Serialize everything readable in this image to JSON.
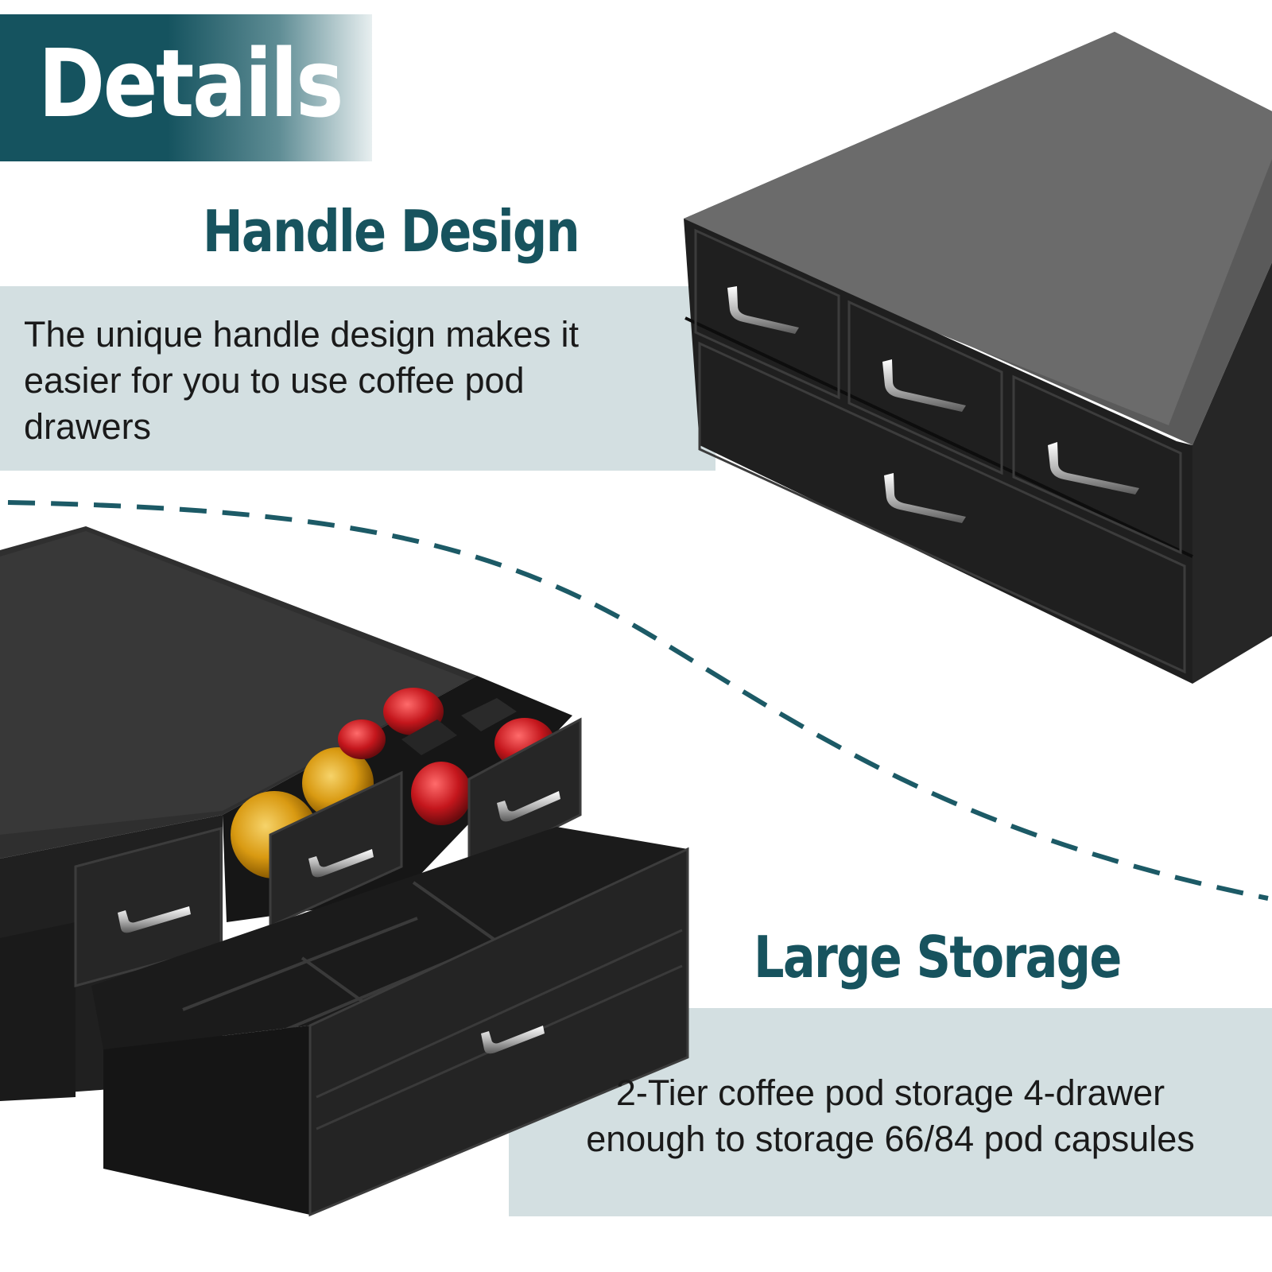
{
  "banner": {
    "title": "Details"
  },
  "handle_section": {
    "heading": "Handle Design",
    "lines": [
      "The unique handle design makes it",
      "easier for you to use coffee pod",
      "drawers"
    ]
  },
  "storage_section": {
    "heading": "Large Storage",
    "lines": [
      "2-Tier coffee pod storage 4-drawer",
      "enough to storage 66/84 pod capsules"
    ]
  },
  "colors": {
    "brand_teal": "#17535e",
    "band_light": "#d3dfe1",
    "product_black": "#1f1f1f"
  },
  "icons": [
    "drawer-handle-icon",
    "coffee-pod-capsule-icon"
  ]
}
